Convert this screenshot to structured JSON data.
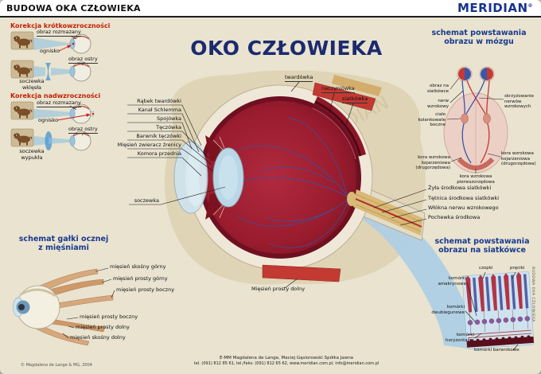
{
  "header": {
    "title": "BUDOWA OKA CZŁOWIEKA",
    "brand": "MERIDIAN",
    "brand_mark": "®"
  },
  "main_title": "OKO CZŁOWIEKA",
  "watermark": "MERIDIAN",
  "corrections": {
    "myopia": {
      "heading": "Korekcja krótkowzroczności",
      "blurred": "obraz rozmazany",
      "focus": "ognisko",
      "sharp": "obraz ostry",
      "lens": "soczewka wklęsła"
    },
    "hyperopia": {
      "heading": "Korekcja nadwzroczności",
      "blurred": "obraz rozmazany",
      "focus": "ognisko",
      "sharp": "obraz ostry",
      "lens": "soczewka wypukła"
    }
  },
  "eye": {
    "top_labels": [
      "twardówka",
      "naczyniówka",
      "siatkówka"
    ],
    "left_labels": [
      "Rąbek twardówki",
      "Kanał Schlemma",
      "Spojówka",
      "Tęczówka",
      "Barwnik tęczówki",
      "Mięsień zwieracz źrenicy",
      "Komora przednia"
    ],
    "lens_label": "soczewka",
    "right_labels": [
      "Żyła środkowa siatkówki",
      "Tętnica środkowa siatkówki",
      "Włókna nerwu wzrokowego",
      "Pochewka środkowa"
    ],
    "bottom_label": "Mięsień prosty dolny"
  },
  "muscles": {
    "heading_line1": "schemat gałki ocznej",
    "heading_line2": "z mięśniami",
    "labels": [
      "mięsień skośny górny",
      "mięsień prosty górny",
      "mięsień prosty boczny",
      "mięsień prosty boczny",
      "mięsień prosty dolny",
      "mięsień skośny dolny"
    ]
  },
  "brain": {
    "heading_line1": "schemat powstawania",
    "heading_line2": "obrazu w mózgu",
    "labels": {
      "retina_image": "obraz na siatkówce",
      "optic_nerve": "nerw wzrokowy",
      "lgn": "ciało kolankowate boczne",
      "chiasm": "skrzyżowanie nerwów wzrokowych",
      "assoc_left": "kora wzrokowa kojarzeniowa (drugorzędowa)",
      "primary": "kora wzrokowa pierwszorzędowa",
      "assoc_right": "kora wzrokowa kojarzeniowa (drugorzędowa)"
    }
  },
  "retina": {
    "heading_line1": "schemat powstawania",
    "heading_line2": "obrazu na siatkówce",
    "labels": {
      "cones": "czopki",
      "rods": "pręciki",
      "amacrine": "komórki amakrynowe",
      "bipolar": "komórki dwubiegunowe",
      "horizontal": "komórki horyzontalne",
      "pigment": "komórki barwnikowe"
    }
  },
  "footer": {
    "copyright": "© Magdalena de Lange & MG, 2004",
    "publisher": "E-MM Magdalena de Lange, Maciej Gąsiorowski Spółka Jawna",
    "contact": "tel. (091) 812 85 61, tel./faks: (091) 812 65 62, www.meridian.com.pl, info@meridian.com.pl",
    "side_label": "BUDOWA OKA CZŁOWIEKA"
  },
  "colors": {
    "accent_red": "#c41f00",
    "accent_blue": "#1a3a8c",
    "brand_blue": "#16338e",
    "background": "#e9e3d0",
    "eye_interior": "#9a1c2e",
    "optic_nerve": "#d9ba76"
  }
}
